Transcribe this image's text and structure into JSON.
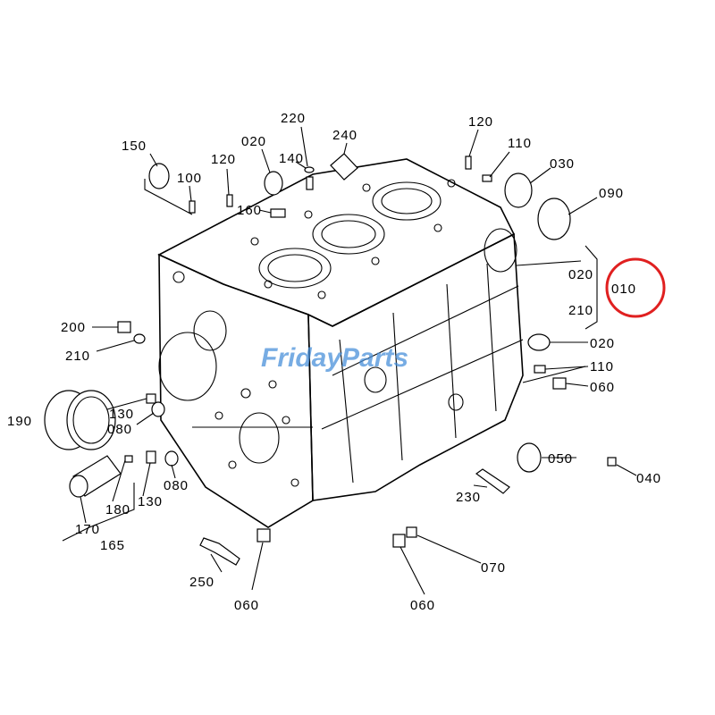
{
  "watermark": {
    "text": "FridayParts",
    "color": "#4a90d9"
  },
  "highlight": {
    "label": "010",
    "ring_color": "#e02020"
  },
  "labels": {
    "l150": "150",
    "l100": "100",
    "l120a": "120",
    "l020a": "020",
    "l220": "220",
    "l140": "140",
    "l240": "240",
    "l160": "160",
    "l120b": "120",
    "l110a": "110",
    "l030": "030",
    "l090": "090",
    "l020b": "020",
    "l210a": "210",
    "l020c": "020",
    "l110b": "110",
    "l060a": "060",
    "l200": "200",
    "l210b": "210",
    "l190": "190",
    "l130a": "130",
    "l080a": "080",
    "l130b": "130",
    "l080b": "080",
    "l180": "180",
    "l170": "170",
    "l165": "165",
    "l050": "050",
    "l040": "040",
    "l230": "230",
    "l070": "070",
    "l250": "250",
    "l060b": "060",
    "l060c": "060"
  }
}
